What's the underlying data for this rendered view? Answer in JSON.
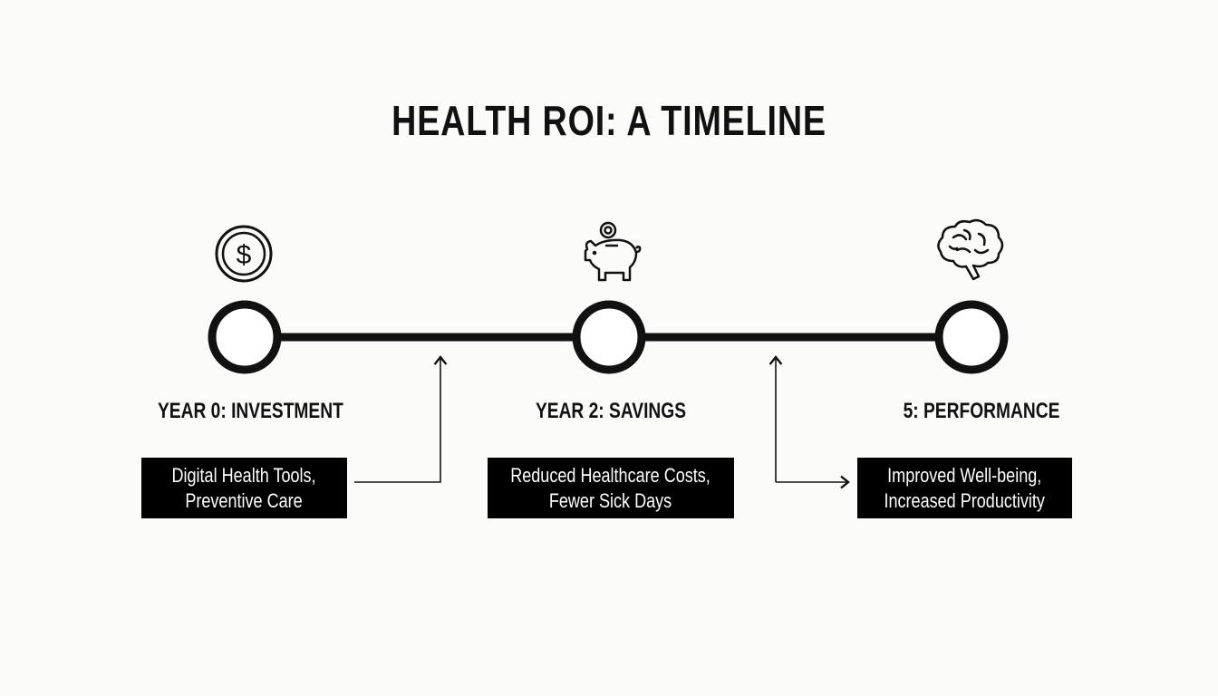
{
  "title": "HEALTH ROI: A TIMELINE",
  "milestones": [
    {
      "label": "YEAR 0: INVESTMENT",
      "icon": "dollar-coin-icon",
      "box": [
        "Digital Health Tools,",
        "Preventive Care"
      ]
    },
    {
      "label": "YEAR 2: SAVINGS",
      "icon": "piggy-bank-icon",
      "box": [
        "Reduced Healthcare Costs,",
        "Fewer Sick Days"
      ]
    },
    {
      "label": "5: PERFORMANCE",
      "icon": "brain-icon",
      "box": [
        "Improved Well-being,",
        "Increased Productivity"
      ]
    }
  ],
  "colors": {
    "ink": "#111111",
    "box_bg": "#000000",
    "box_text": "#ffffff",
    "background": "#fbfbfa"
  }
}
